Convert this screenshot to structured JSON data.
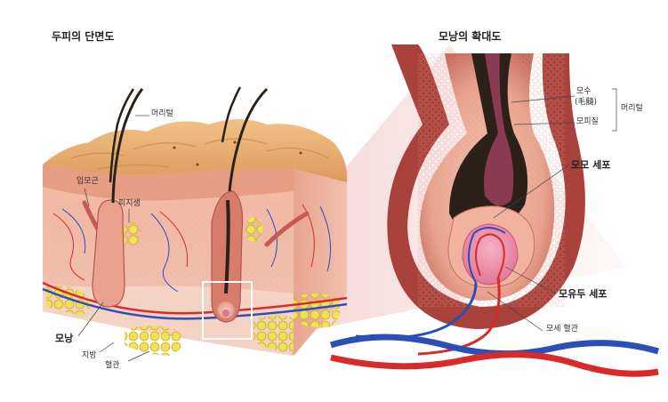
{
  "titles": {
    "left": "두피의 단면도",
    "right": "모낭의 확대도"
  },
  "left_labels": {
    "hair": "머리털",
    "arrector": "입모근",
    "sebaceous": "피지샘",
    "follicle": "모낭",
    "fat": "지방",
    "vessel": "혈관"
  },
  "right_labels": {
    "medulla": "모수",
    "medulla_hanja": "(毛髓)",
    "cortex": "모피질",
    "hair": "머리털",
    "matrix_cells": "모모 세포",
    "papilla_cells": "모유두 세포",
    "capillary": "모세 혈관"
  },
  "colors": {
    "skin_top": "#e7a76a",
    "epidermis": "#f2b9a2",
    "dermis": "#f6c6b4",
    "follicle": "#b4564f",
    "fat": "#e9d33c",
    "artery": "#d92a2a",
    "vein": "#2a4fb8",
    "hair": "#2b2118"
  }
}
